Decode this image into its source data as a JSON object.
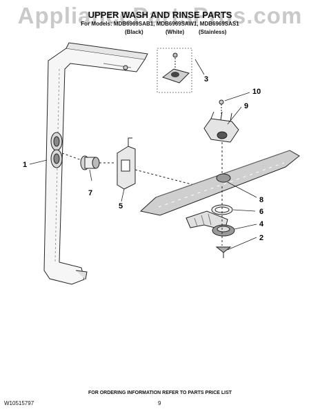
{
  "watermark": "AppliancePartsPros.com",
  "header": {
    "title": "UPPER WASH AND RINSE PARTS",
    "models": "For Models: MDB6969SAB1, MDB6969SAW1, MDB6969SAS1",
    "finishes": [
      "(Black)",
      "(White)",
      "(Stainless)"
    ]
  },
  "callouts": [
    "1",
    "2",
    "3",
    "4",
    "5",
    "6",
    "7",
    "8",
    "9",
    "10"
  ],
  "footer": {
    "order_info": "FOR ORDERING INFORMATION REFER TO PARTS PRICE LIST",
    "doc_number": "W10515797",
    "page_number": "9"
  }
}
